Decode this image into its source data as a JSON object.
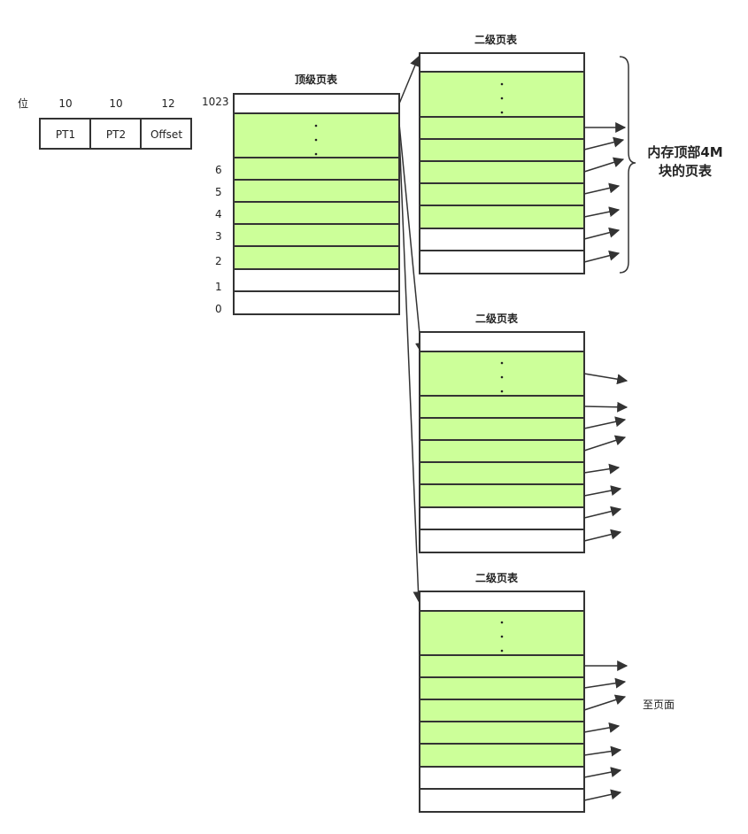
{
  "address_format": {
    "row_label": "位",
    "fields": [
      {
        "bits": "10",
        "name": "PT1"
      },
      {
        "bits": "10",
        "name": "PT2"
      },
      {
        "bits": "12",
        "name": "Offset"
      }
    ]
  },
  "top_table": {
    "title": "顶级页表",
    "index_labels": [
      "1023",
      "6",
      "5",
      "4",
      "3",
      "2",
      "1",
      "0"
    ]
  },
  "second_tables": [
    {
      "title": "二级页表"
    },
    {
      "title": "二级页表"
    },
    {
      "title": "二级页表"
    }
  ],
  "brace_label": [
    "内存顶部4M",
    "块的页表"
  ],
  "to_page_label": "至页面",
  "colors": {
    "present": "#ccff99",
    "absent": "#ffffff",
    "line": "#333333"
  }
}
